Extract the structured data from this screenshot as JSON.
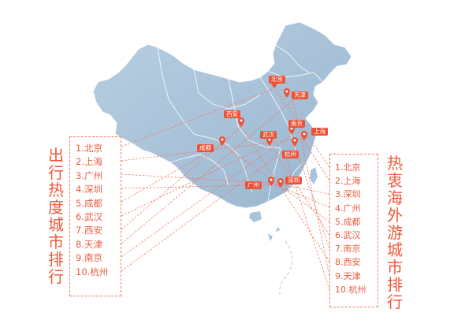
{
  "left_panel": {
    "title": "出行热度城市排行",
    "items": [
      "1.北京",
      "2.上海",
      "3.广州",
      "4.深圳",
      "5.成都",
      "6.武汉",
      "7.西安",
      "8.天津",
      "9.南京",
      "10.杭州"
    ]
  },
  "right_panel": {
    "title": "热衷海外游城市排行",
    "items": [
      "1.北京",
      "2.上海",
      "3.深圳",
      "4.广州",
      "5.成都",
      "6.武汉",
      "7.南京",
      "8.西安",
      "9.天津",
      "10.杭州"
    ]
  },
  "city_tags": {
    "beijing": "北京",
    "tianjin": "天津",
    "xian": "西安",
    "nanjing": "南京",
    "shanghai": "上海",
    "chengdu": "成都",
    "wuhan": "武汉",
    "hangzhou": "杭州",
    "guangzhou": "广州",
    "shenzhen": "深圳"
  },
  "colors": {
    "accent": "#ee5236",
    "map_fill": "#a9c3da",
    "map_border": "#ffffff",
    "route_line": "#ef7b62"
  },
  "icons": {
    "pin": "map-pin-icon"
  }
}
